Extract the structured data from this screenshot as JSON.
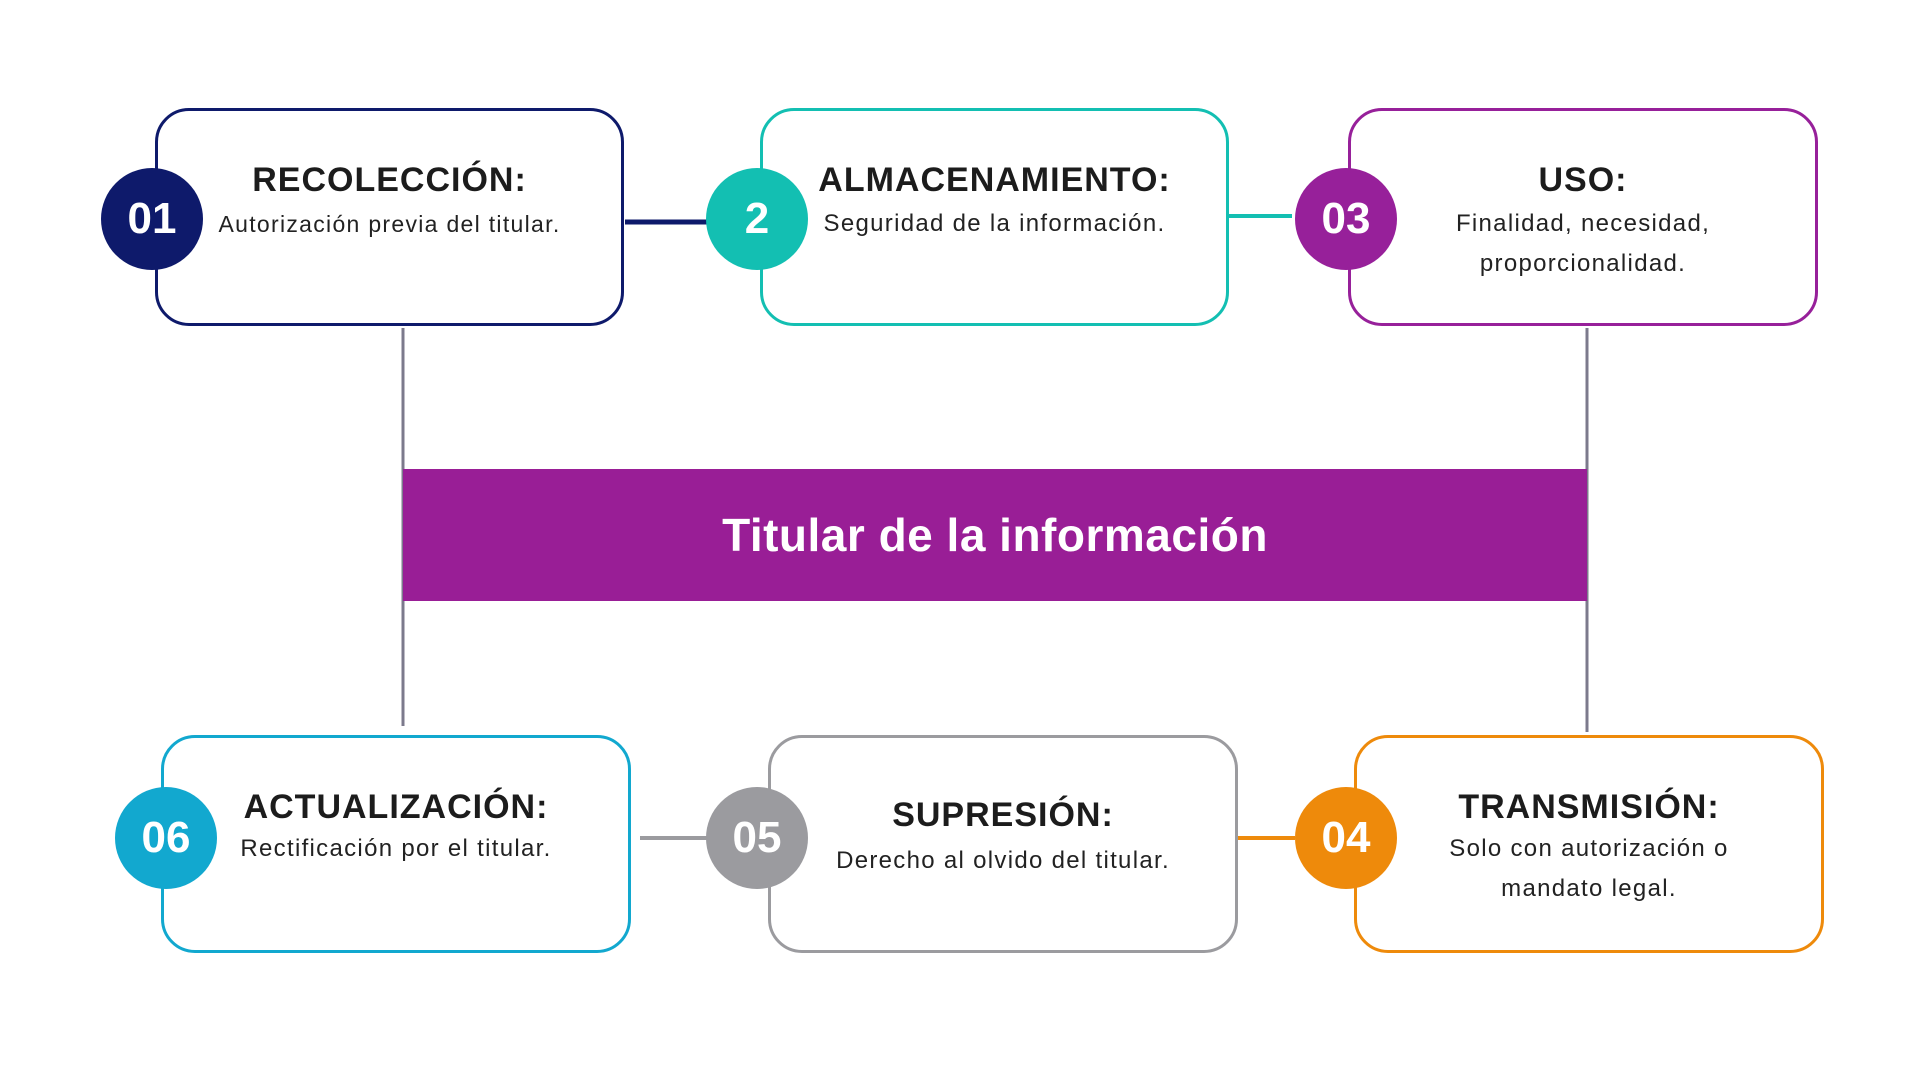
{
  "center": {
    "label": "Titular de la información"
  },
  "stages": [
    {
      "number": "01",
      "title": "RECOLECCIÓN:",
      "description": "Autorización previa del titular.",
      "color": "#0e1a6b"
    },
    {
      "number": "2",
      "title": "ALMACENAMIENTO:",
      "description": "Seguridad de la información.",
      "color": "#13bfb2"
    },
    {
      "number": "03",
      "title": "USO:",
      "description": "Finalidad, necesidad, proporcionalidad.",
      "color": "#97209a"
    },
    {
      "number": "04",
      "title": "TRANSMISIÓN:",
      "description": "Solo con autorización o mandato legal.",
      "color": "#ee8a0b"
    },
    {
      "number": "05",
      "title": "SUPRESIÓN:",
      "description": "Derecho al olvido del titular.",
      "color": "#9b9b9f"
    },
    {
      "number": "06",
      "title": "ACTUALIZACIÓN:",
      "description": "Rectificación por el titular.",
      "color": "#12a8cf"
    }
  ],
  "connector_color": "#7c7a8c",
  "center_color": "#991e96"
}
